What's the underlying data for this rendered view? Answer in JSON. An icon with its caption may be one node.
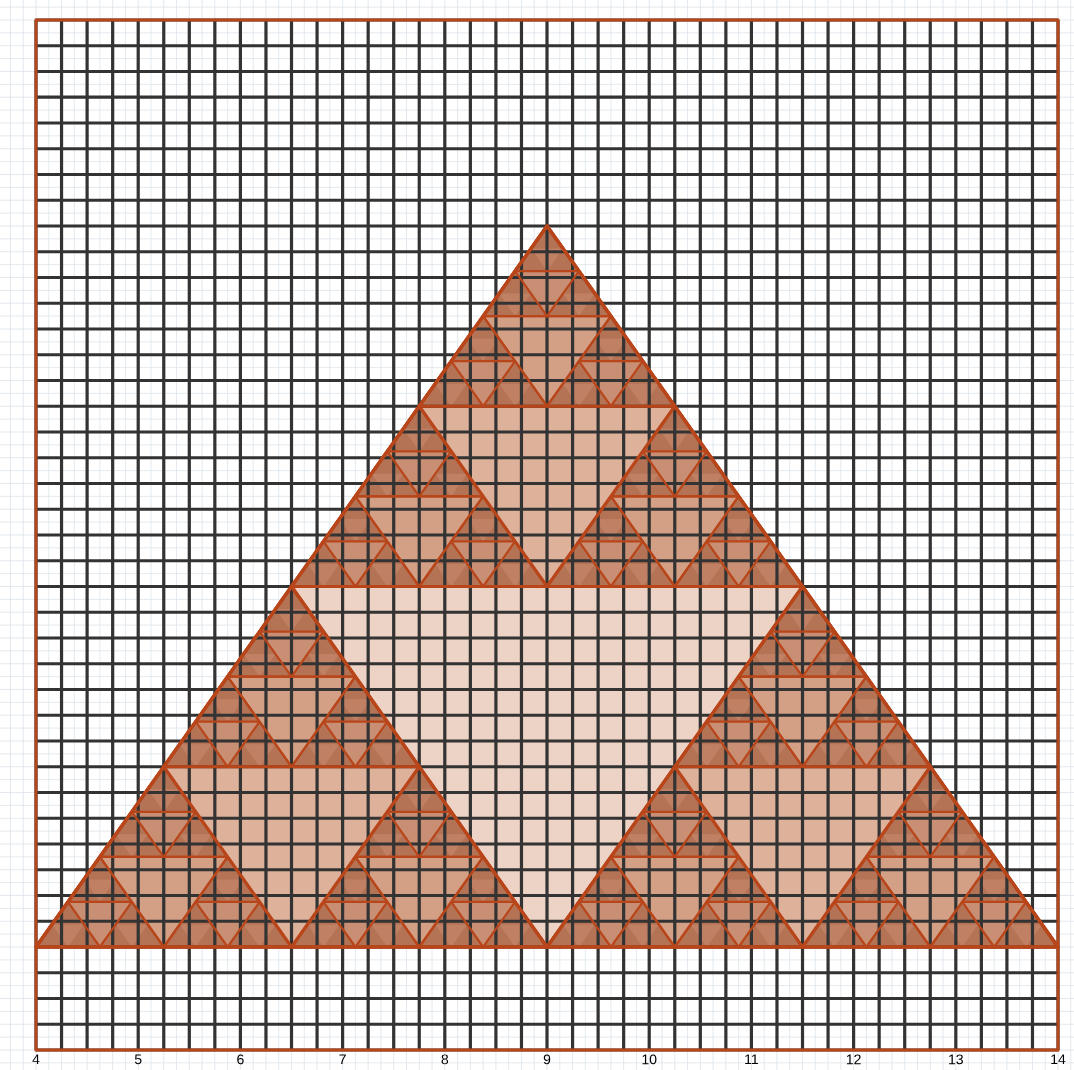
{
  "diagram": {
    "labels": [
      "4",
      "5",
      "6",
      "7",
      "8",
      "9",
      "10",
      "11",
      "12",
      "13",
      "14"
    ]
  }
}
